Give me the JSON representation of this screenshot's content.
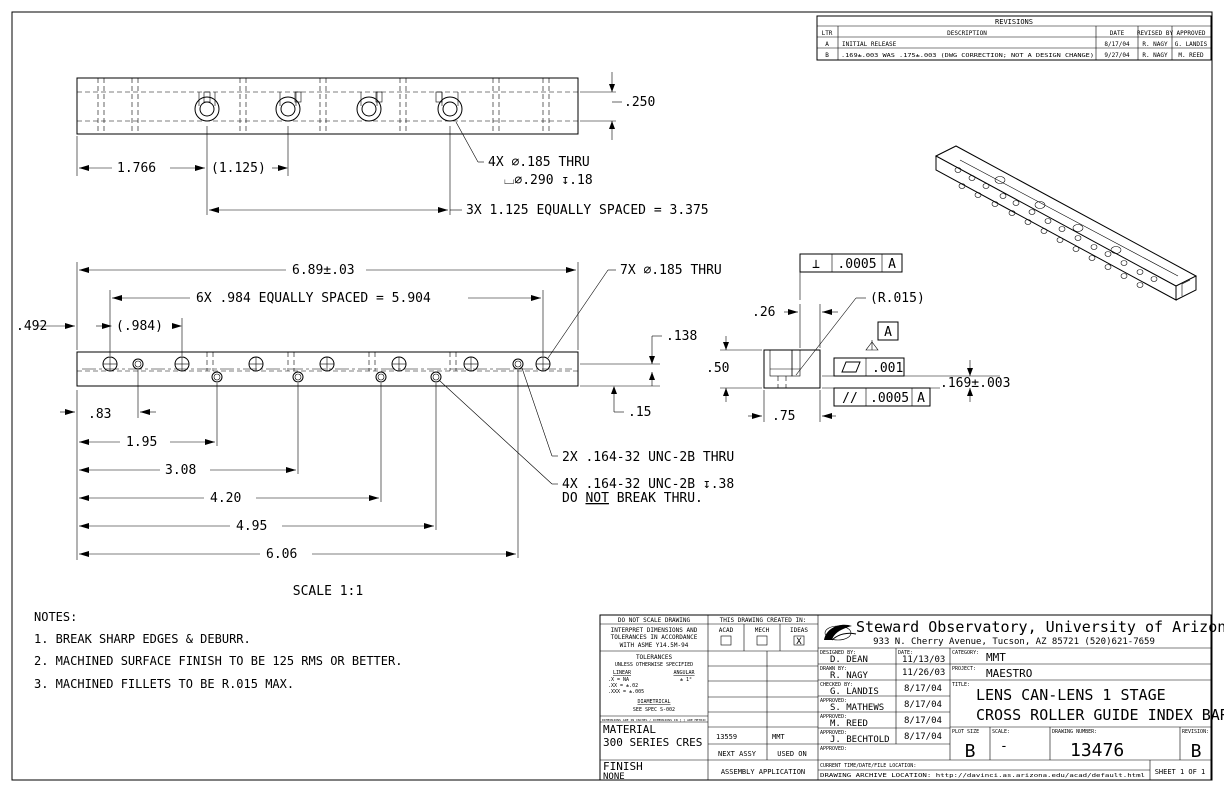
{
  "revisions": {
    "heading": "REVISIONS",
    "col_ltr": "LTR",
    "col_desc": "DESCRIPTION",
    "col_date": "DATE",
    "col_rev": "REVISED BY",
    "col_appr": "APPROVED",
    "rows": [
      {
        "ltr": "A",
        "desc": "INITIAL RELEASE",
        "date": "8/17/04",
        "rev": "R. NAGY",
        "appr": "G. LANDIS"
      },
      {
        "ltr": "B",
        "desc": ".169±.003 WAS .175±.003 (DWG CORRECTION; NOT A DESIGN CHANGE)",
        "date": "9/27/04",
        "rev": "R. NAGY",
        "appr": "M. REED"
      }
    ]
  },
  "top_view": {
    "dim_250": ".250",
    "dim_1766": "1.766",
    "dim_1125": "(1.125)",
    "callout_hole_1": "4X ∅.185 THRU",
    "callout_hole_2": "⌴∅.290 ↧.18",
    "callout_spacing": "3X 1.125 EQUALLY SPACED = 3.375"
  },
  "front_view": {
    "dim_overall": "6.89±.03",
    "dim_spacing": "6X .984 EQUALLY SPACED = 5.904",
    "callout_7x": "7X ∅.185 THRU",
    "dim_492": ".492",
    "dim_984": "(.984)",
    "dim_138": ".138",
    "dim_15": ".15",
    "dim_83": ".83",
    "dim_195": "1.95",
    "dim_308": "3.08",
    "dim_420": "4.20",
    "dim_495": "4.95",
    "dim_606": "6.06",
    "callout_2x": "2X .164-32 UNC-2B THRU",
    "callout_4x_a": "4X .164-32 UNC-2B ↧.38",
    "callout_4x_b_pre": "DO ",
    "callout_4x_b_not": "NOT",
    "callout_4x_b_post": " BREAK THRU.",
    "scale_label": "SCALE 1:1"
  },
  "side_view": {
    "dim_26": ".26",
    "dim_50": ".50",
    "dim_75": ".75",
    "dim_r015": "(R.015)",
    "perp_sym": "⊥",
    "perp_tol": ".0005",
    "perp_datum": "A",
    "datum_a": "A",
    "flat_tol": ".001",
    "par_sym": "//",
    "par_tol": ".0005",
    "par_datum": "A",
    "dim_169": ".169±.003"
  },
  "notes": {
    "heading": "NOTES:",
    "items": [
      "1. BREAK SHARP EDGES & DEBURR.",
      "2. MACHINED SURFACE FINISH TO BE 125 RMS OR BETTER.",
      "3. MACHINED FILLETS TO BE R.015 MAX."
    ]
  },
  "title_block": {
    "no_scale": "DO NOT SCALE DRAWING",
    "interpret_1": "INTERPRET DIMENSIONS AND",
    "interpret_2": "TOLERANCES IN ACCORDANCE",
    "interpret_3": "WITH ASME Y14.5M-94",
    "tol_heading": "TOLERANCES",
    "tol_unless": "UNLESS OTHERWISE SPECIFIED",
    "tol_linear": "LINEAR",
    "tol_angular": "ANGULAR",
    "tol_x": ".X    = NA",
    "tol_ang": "± 1°",
    "tol_xx": ".XX  = ±.02",
    "tol_xxx": ".XXX = ±.005",
    "diametrical": "DIAMETRICAL",
    "see_spec": "SEE SPEC S-002",
    "units_note": "DIMENSIONS ARE IN INCHES / DIMENSIONS IN [ ] ARE METRIC",
    "material_label": "MATERIAL",
    "material_value": "300 SERIES CRES",
    "finish_label": "FINISH",
    "finish_value": "NONE",
    "created_in": "THIS DRAWING CREATED IN:",
    "acad": "ACAD",
    "mech": "MECH",
    "ideas": "IDEAS",
    "ideas_mark": "X",
    "next_assy_val": "13559",
    "used_on_val": "MMT",
    "next_assy": "NEXT ASSY",
    "used_on": "USED ON",
    "assembly_app": "ASSEMBLY APPLICATION",
    "org_name": "Steward Observatory, University of Arizona",
    "org_address": "933 N. Cherry Avenue, Tucson, AZ 85721  (520)621-7659",
    "designed_label": "DESIGNED BY:",
    "designed_by": "D. DEAN",
    "date_label": "DATE:",
    "designed_date": "11/13/03",
    "drawn_label": "DRAWN BY:",
    "drawn_by": "R. NAGY",
    "drawn_date": "11/26/03",
    "checked_label": "CHECKED BY:",
    "checked_by": "G. LANDIS",
    "checked_date": "8/17/04",
    "approved_label": "APPROVED:",
    "approved_1": "S. MATHEWS",
    "approved_1_date": "8/17/04",
    "approved_2": "M. REED",
    "approved_2_date": "8/17/04",
    "approved_3": "J. BECHTOLD",
    "approved_3_date": "8/17/04",
    "category_label": "CATEGORY:",
    "category": "MMT",
    "project_label": "PROJECT:",
    "project": "MAESTRO",
    "title_label": "TITLE:",
    "title_1": "LENS CAN-LENS 1 STAGE",
    "title_2": "CROSS ROLLER GUIDE INDEX BAR",
    "plot_size_label": "PLOT SIZE",
    "plot_size": "B",
    "scale_label": "SCALE:",
    "scale_value": "-",
    "drawing_number_label": "DRAWING NUMBER:",
    "drawing_number": "13476",
    "revision_label": "REVISION:",
    "revision": "B",
    "current_location": "CURRENT TIME/DATE/FILE LOCATION:",
    "archive_location": "DRAWING ARCHIVE LOCATION: http://davinci.as.arizona.edu/acad/default.html",
    "sheet": "SHEET 1 OF 1"
  }
}
